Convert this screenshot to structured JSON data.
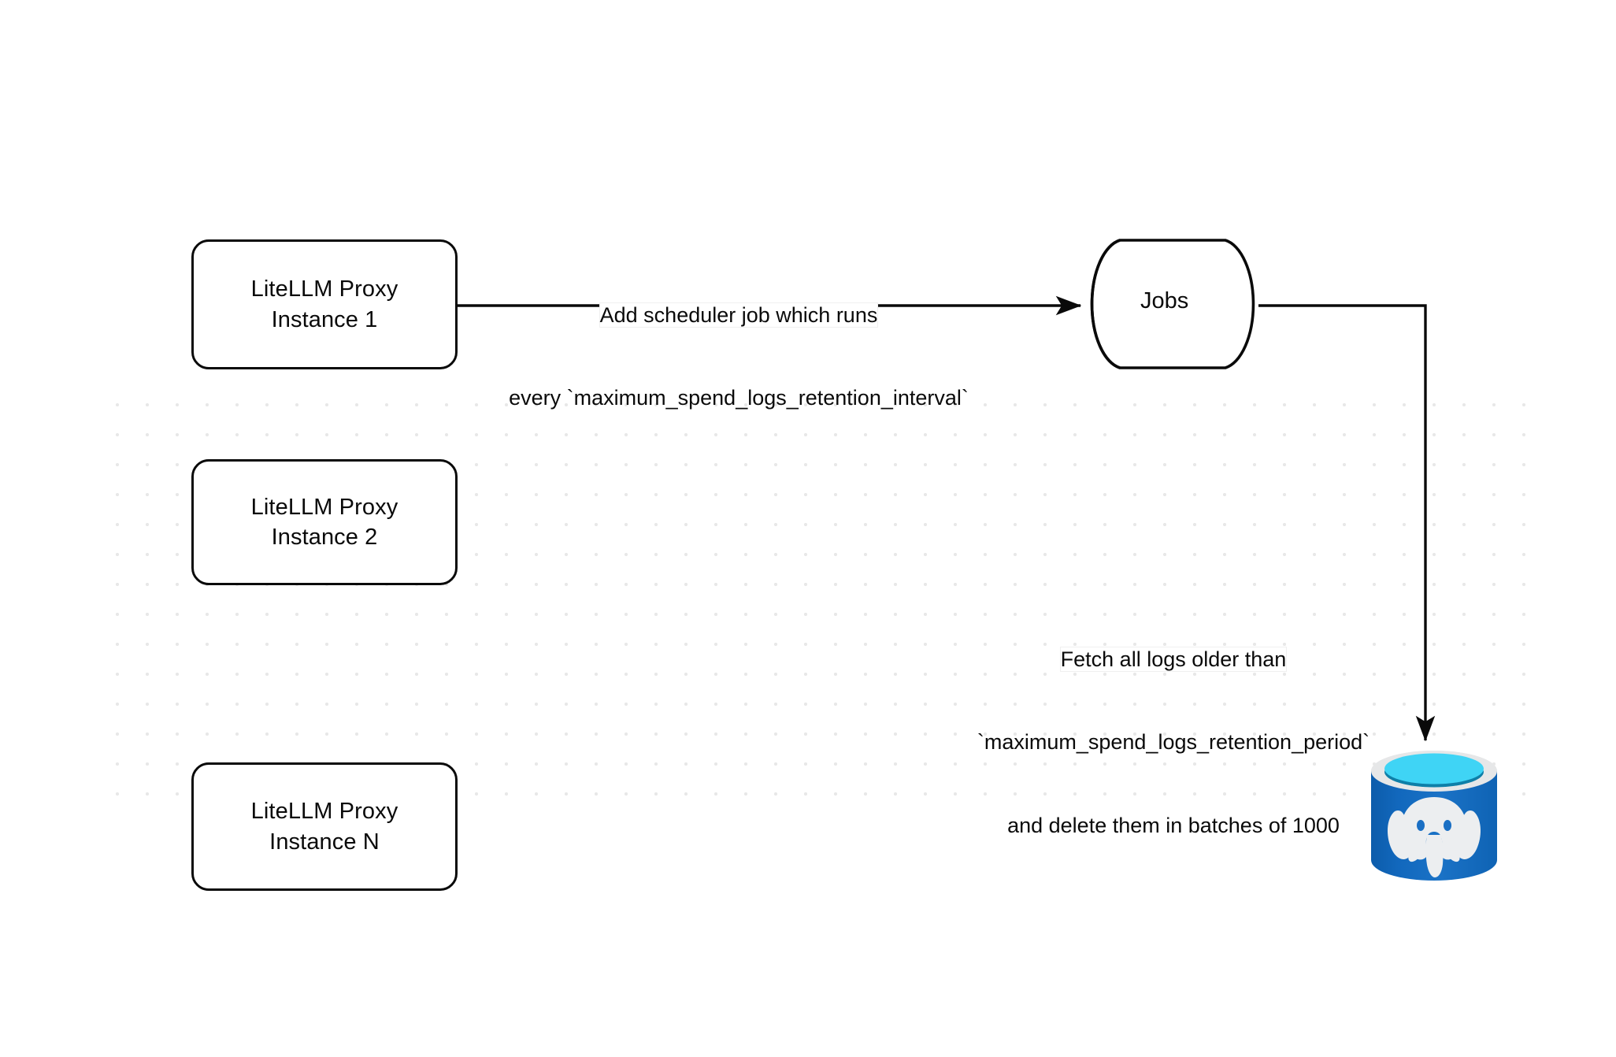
{
  "diagram": {
    "title": "LiteLLM spend logs retention scheduler flow",
    "background": {
      "color": "#ffffff",
      "grid": "dot-grid",
      "grid_color": "#e8e8e8",
      "grid_spacing": 38
    },
    "nodes": [
      {
        "id": "instance-1",
        "shape": "rounded-rect",
        "label": "LiteLLM Proxy\nInstance 1",
        "line1": "LiteLLM Proxy",
        "line2": "Instance 1"
      },
      {
        "id": "instance-2",
        "shape": "rounded-rect",
        "label": "LiteLLM Proxy\nInstance 2",
        "line1": "LiteLLM Proxy",
        "line2": "Instance 2"
      },
      {
        "id": "instance-n",
        "shape": "rounded-rect",
        "label": "LiteLLM Proxy\nInstance N",
        "line1": "LiteLLM Proxy",
        "line2": "Instance N"
      },
      {
        "id": "jobs",
        "shape": "cylinder-horizontal",
        "label": "Jobs"
      },
      {
        "id": "postgres",
        "shape": "database-icon",
        "label": "",
        "icon": "postgresql-elephant-icon",
        "colors": {
          "body": "#1a6fc4",
          "body_dark": "#0b5fae",
          "rim": "#e6e7e8",
          "top_cyan": "#3fd4f5",
          "top_inner": "#0e7fa8",
          "elephant": "#eceef0"
        }
      }
    ],
    "edges": [
      {
        "id": "edge-instance1-to-jobs",
        "from": "instance-1",
        "to": "jobs",
        "arrow": true,
        "label_line1": "Add scheduler job which runs",
        "label_line2": "every `maximum_spend_logs_retention_interval`"
      },
      {
        "id": "edge-jobs-to-postgres",
        "from": "jobs",
        "to": "postgres",
        "arrow": true,
        "label_line1": "Fetch all logs older than",
        "label_line2": "`maximum_spend_logs_retention_period`",
        "label_line3": "and delete them in batches of 1000"
      }
    ],
    "stroke": {
      "color": "#0a0a0a",
      "width": 3.5
    }
  }
}
